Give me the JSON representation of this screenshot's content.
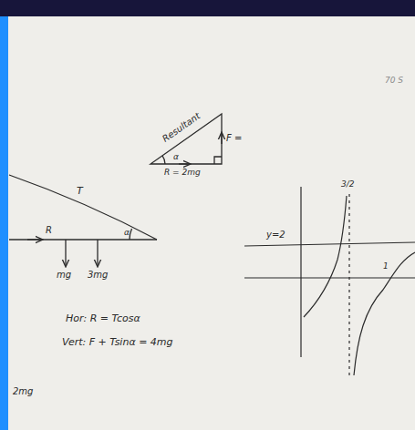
{
  "diagram": {
    "labels": [
      "Resultant",
      "F =",
      "α",
      "R = 2mg",
      "T",
      "R",
      "α",
      "mg",
      "3mg",
      "Hor: R = Tcosα",
      "Vert: F + Tsinα = 4mg",
      "2mg",
      "y=2",
      "3/2",
      "1",
      "70 S"
    ]
  }
}
